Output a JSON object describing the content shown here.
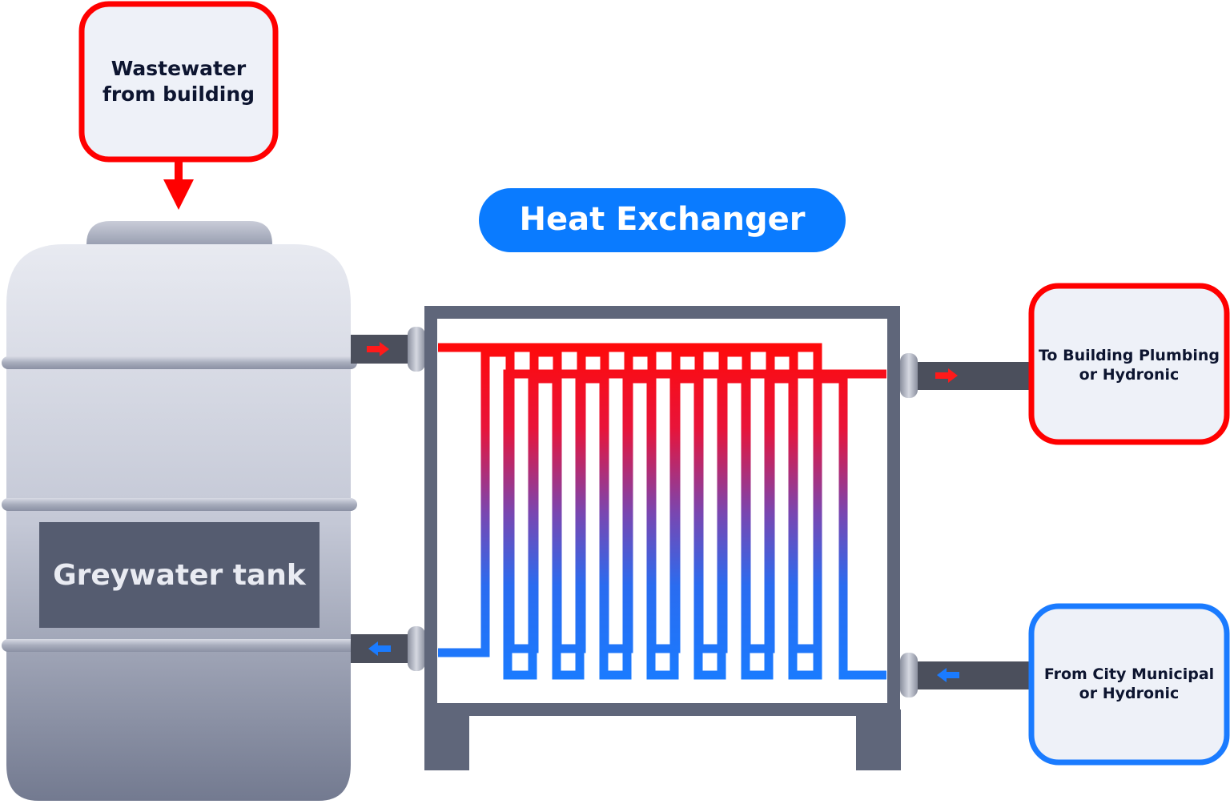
{
  "title": "Heat Exchanger",
  "wastewater_box": {
    "line1": "Wastewater",
    "line2": "from building"
  },
  "tank_label": "Greywater tank",
  "to_building_box": {
    "line1": "To Building Plumbing",
    "line2": "or Hydronic"
  },
  "from_city_box": {
    "line1": "From City Municipal",
    "line2": "or Hydronic"
  },
  "colors": {
    "hot": "#ff0000",
    "cold": "#1a7bff",
    "title_pill": "#0a7bff",
    "frame": "#5f667a",
    "pipe": "#4b4f5c",
    "box_fill": "#eef1f8"
  }
}
